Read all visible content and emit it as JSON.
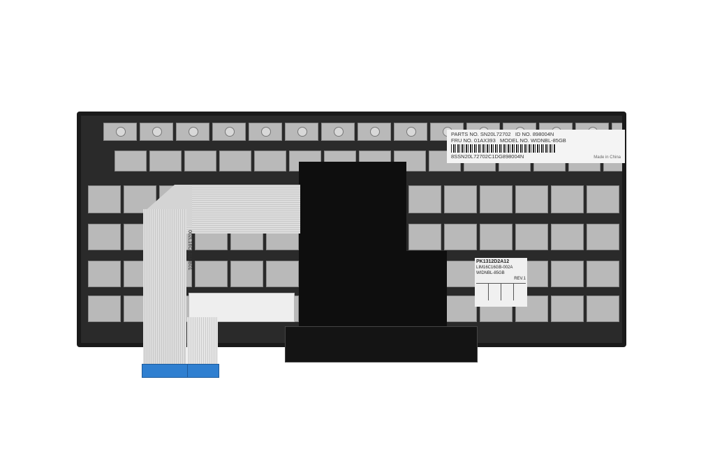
{
  "product_label": {
    "parts_no": "PARTS NO. SN20L72702",
    "id_no": "ID NO. 898004N",
    "fru_no": "FRU    NO. 01AX393",
    "model_no": "MODEL NO. WIDNBL-85GB",
    "serial": "8SSN20L72702C1DG898004N",
    "origin": "Made in China"
  },
  "board_label": {
    "pk": "PK1312D2A12",
    "line1": "LIM16C16GB-002A",
    "line2": "WIDNBL-85GB",
    "rev": "REV.1"
  },
  "cable_marking": "002L16C16LHB01",
  "colors": {
    "frame": "#1a1a1a",
    "keys": "#b9b9b9",
    "connector": "#2f7fd0"
  }
}
